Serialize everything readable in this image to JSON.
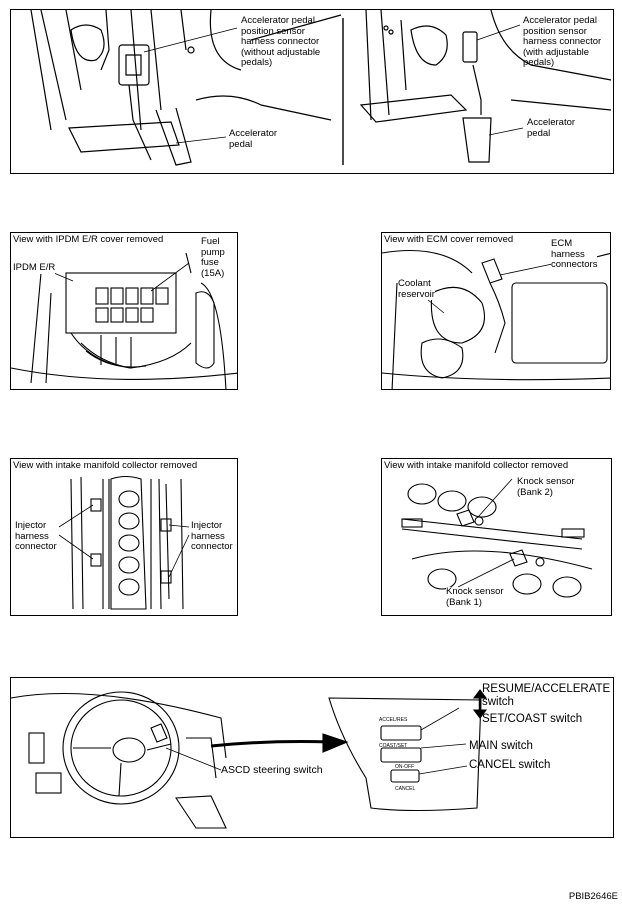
{
  "panel1": {
    "left_label": "Accelerator pedal\nposition sensor\nharness connector\n(without adjustable\npedals)",
    "left_pedal": "Accelerator\npedal",
    "right_label": "Accelerator pedal\nposition sensor\nharness connector\n(with adjustable\npedals)",
    "right_pedal": "Accelerator\npedal"
  },
  "panel2": {
    "header": "View with IPDM E/R cover removed",
    "ipdm": "IPDM E/R",
    "fuse": "Fuel\npump\nfuse\n(15A)"
  },
  "panel3": {
    "header": "View with ECM cover removed",
    "ecm": "ECM\nharness\nconnectors",
    "coolant": "Coolant\nreservoir"
  },
  "panel4": {
    "header": "View with intake manifold collector removed",
    "left_inj": "Injector\nharness\nconnector",
    "right_inj": "Injector\nharness\nconnector"
  },
  "panel5": {
    "header": "View with intake manifold collector removed",
    "knock2": "Knock sensor\n(Bank 2)",
    "knock1": "Knock sensor\n(Bank 1)"
  },
  "panel6": {
    "ascd": "ASCD steering switch",
    "resume": "RESUME/ACCELERATE\nswitch",
    "set": "SET/COAST switch",
    "main": "MAIN switch",
    "cancel": "CANCEL switch",
    "btn_accel": "ACCEL/RES",
    "btn_coast": "COAST/SET",
    "btn_onoff": "ON·OFF",
    "btn_cancel": "CANCEL"
  },
  "code": "PBIB2646E"
}
